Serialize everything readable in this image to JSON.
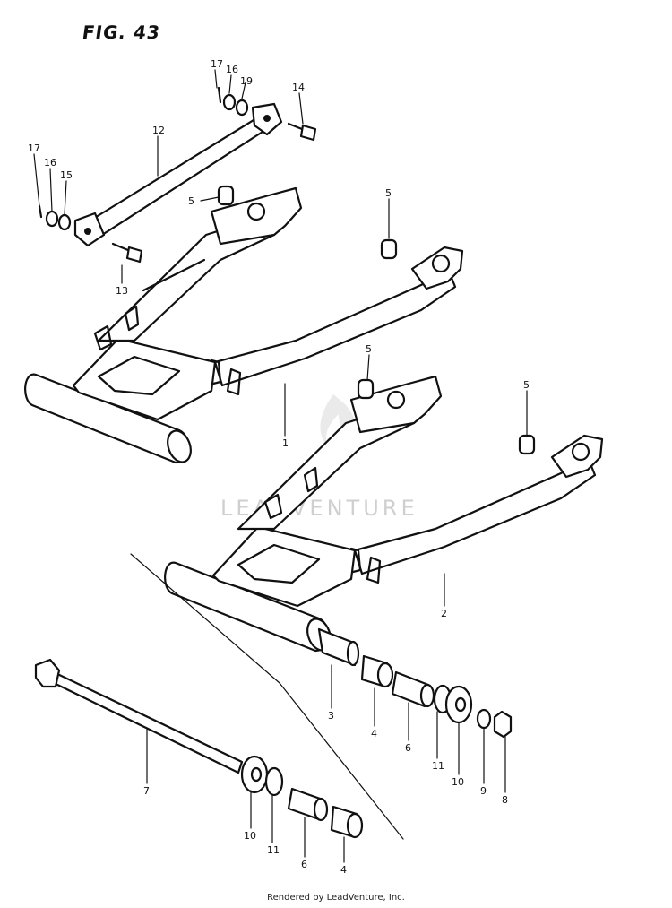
{
  "figure": {
    "title": "FIG. 43"
  },
  "watermark": {
    "text": "LEADVENTURE"
  },
  "footer": {
    "credit": "Rendered by LeadVenture, Inc."
  },
  "callouts": {
    "c17a": "17",
    "c16a": "16",
    "c19": "19",
    "c14": "14",
    "c12": "12",
    "c17b": "17",
    "c16b": "16",
    "c15": "15",
    "c5a": "5",
    "c13": "13",
    "c5b": "5",
    "c1": "1",
    "c5c": "5",
    "c5d": "5",
    "c2": "2",
    "c3": "3",
    "c4a": "4",
    "c6a": "6",
    "c11a": "11",
    "c10a": "10",
    "c9": "9",
    "c8": "8",
    "c7": "7",
    "c10b": "10",
    "c11b": "11",
    "c6b": "6",
    "c4b": "4"
  }
}
